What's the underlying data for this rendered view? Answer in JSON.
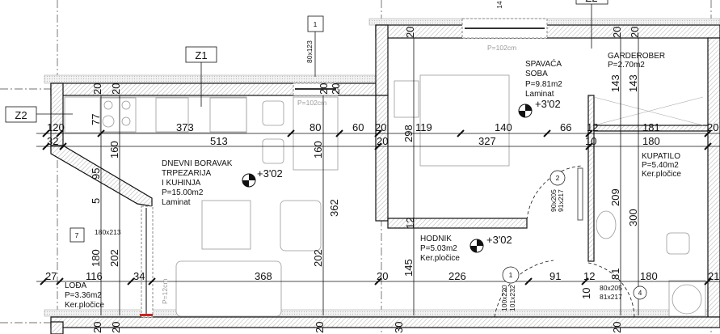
{
  "tags": {
    "z1": "Z1",
    "z2_left": "Z2",
    "z2_top": "Z2",
    "window_1": "1",
    "window_7": "7",
    "top_cut": "14"
  },
  "rooms": {
    "living": {
      "line1": "DNEVNI BORAVAK",
      "line2": "TRPEZARIJA",
      "line3": "I KUHINJA",
      "area": "P=15.00m2",
      "floor": "Laminat"
    },
    "bedroom": {
      "line1": "SPAVAĆA",
      "line2": "SOBA",
      "area": "P=9.81m2",
      "floor": "Laminat"
    },
    "wardrobe": {
      "line1": "GARDEROBER",
      "area": "P=2.70m2"
    },
    "bathroom": {
      "line1": "KUPATILO",
      "area": "P=5.40m2",
      "floor": "Ker.pločice"
    },
    "hallway": {
      "line1": "HODNIK",
      "area": "P=5.03m2",
      "floor": "Ker.pločice"
    },
    "loggia": {
      "line1": "LOĐA",
      "area": "P=3.36m2",
      "floor": "Ker.pločice"
    }
  },
  "levels": {
    "living": "+3'02",
    "bedroom": "+3'02",
    "hallway": "+3'02"
  },
  "openings": {
    "win_kitchen_sill": "P=102cm",
    "win_bedroom_sill": "P=102cm",
    "loggia_sill": "P=12cm",
    "win_1_size": "80x123",
    "win_7_size": "180x213",
    "door_2_a": "90x205",
    "door_2_b": "91x217",
    "door_2_num": "2",
    "door_1_a": "100x220",
    "door_1_b": "101x232",
    "door_1_num": "1",
    "door_4_a": "80x205",
    "door_4_b": "81x217",
    "door_4_num": "4"
  },
  "dims": {
    "row1": [
      "120",
      "373",
      "80",
      "60",
      "20",
      "119",
      "140",
      "66",
      "12",
      "181",
      "20"
    ],
    "row2": [
      "32",
      "513",
      "20",
      "327",
      "10",
      "180"
    ],
    "row3": [
      "27",
      "116",
      "34",
      "368",
      "20",
      "226",
      "91",
      "12",
      "180",
      "21"
    ],
    "vertical": [
      "77",
      "160",
      "160",
      "95",
      "5",
      "180",
      "202",
      "362",
      "202",
      "298",
      "143",
      "143",
      "209",
      "300",
      "145",
      "81",
      "10",
      "12"
    ],
    "walls": [
      "20",
      "20",
      "20",
      "20",
      "20",
      "20",
      "20",
      "20",
      "20",
      "20",
      "30",
      "20"
    ]
  },
  "colors": {
    "wall": "#111111",
    "hatch": "#bbbbbb",
    "furniture": "#999999",
    "accent": "#cc2222"
  }
}
